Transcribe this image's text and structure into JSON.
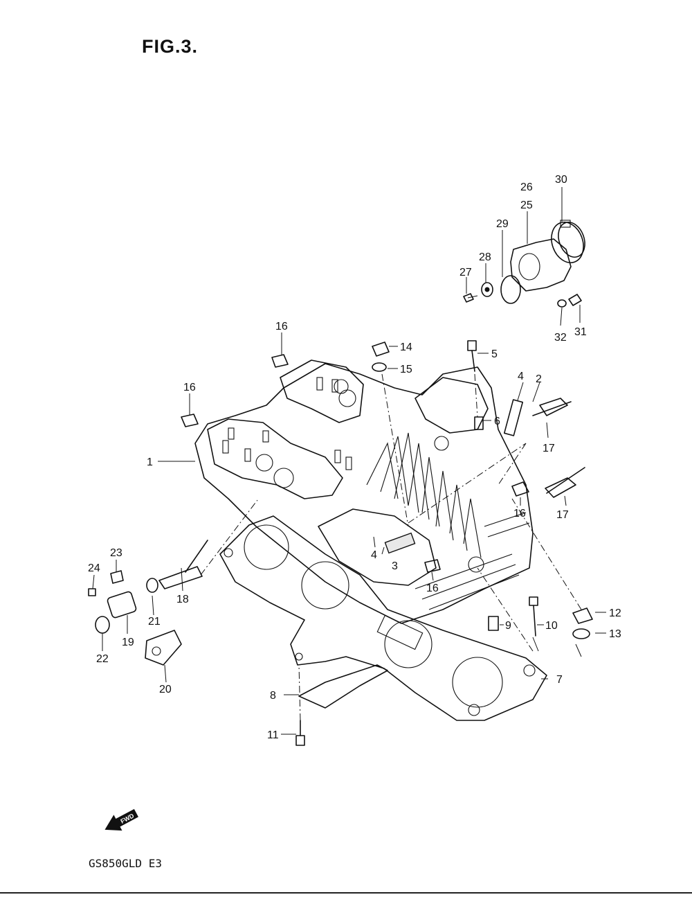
{
  "figure": {
    "title": "FIG.3.",
    "model": "GS850GLD  E3"
  },
  "fwd_arrow": {
    "label": "FWD"
  },
  "callouts": [
    {
      "id": "1",
      "label": "1"
    },
    {
      "id": "2",
      "label": "2"
    },
    {
      "id": "3",
      "label": "3"
    },
    {
      "id": "4a",
      "label": "4"
    },
    {
      "id": "4b",
      "label": "4"
    },
    {
      "id": "5",
      "label": "5"
    },
    {
      "id": "6",
      "label": "6"
    },
    {
      "id": "7",
      "label": "7"
    },
    {
      "id": "8",
      "label": "8"
    },
    {
      "id": "9",
      "label": "9"
    },
    {
      "id": "10",
      "label": "10"
    },
    {
      "id": "11",
      "label": "11"
    },
    {
      "id": "12",
      "label": "12"
    },
    {
      "id": "13",
      "label": "13"
    },
    {
      "id": "14",
      "label": "14"
    },
    {
      "id": "15",
      "label": "15"
    },
    {
      "id": "16a",
      "label": "16"
    },
    {
      "id": "16b",
      "label": "16"
    },
    {
      "id": "16c",
      "label": "16"
    },
    {
      "id": "16d",
      "label": "16"
    },
    {
      "id": "17a",
      "label": "17"
    },
    {
      "id": "17b",
      "label": "17"
    },
    {
      "id": "18",
      "label": "18"
    },
    {
      "id": "19",
      "label": "19"
    },
    {
      "id": "20",
      "label": "20"
    },
    {
      "id": "21",
      "label": "21"
    },
    {
      "id": "22",
      "label": "22"
    },
    {
      "id": "23",
      "label": "23"
    },
    {
      "id": "24",
      "label": "24"
    },
    {
      "id": "25",
      "label": "25"
    },
    {
      "id": "26",
      "label": "26"
    },
    {
      "id": "27",
      "label": "27"
    },
    {
      "id": "28",
      "label": "28"
    },
    {
      "id": "29",
      "label": "29"
    },
    {
      "id": "30",
      "label": "30"
    },
    {
      "id": "31",
      "label": "31"
    },
    {
      "id": "32",
      "label": "32"
    }
  ]
}
